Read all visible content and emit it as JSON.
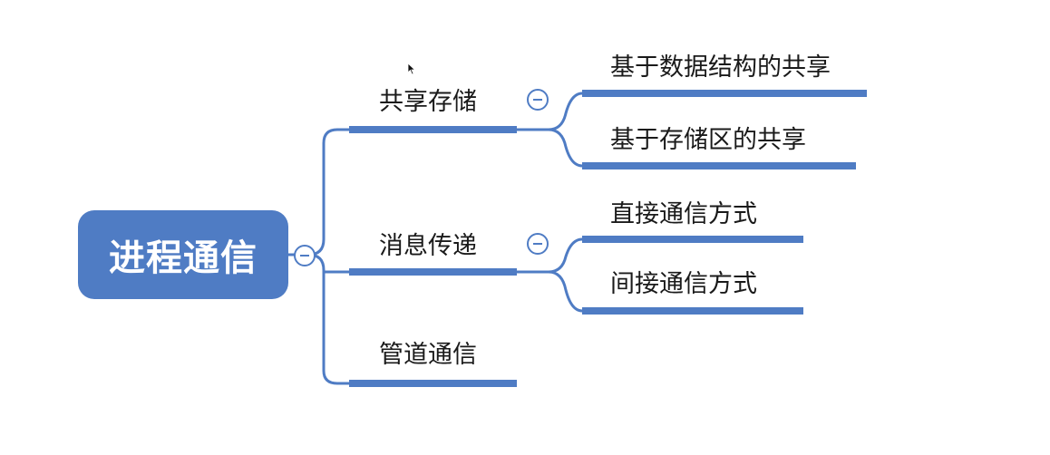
{
  "colors": {
    "branch": "#4f7cc4",
    "root_fill": "#4f7cc4",
    "label_text": "#1a1a1a",
    "background": "#ffffff"
  },
  "root": {
    "label": "进程通信"
  },
  "branches": [
    {
      "label": "共享存储",
      "collapsible": true,
      "children": [
        {
          "label": "基于数据结构的共享"
        },
        {
          "label": "基于存储区的共享"
        }
      ]
    },
    {
      "label": "消息传递",
      "collapsible": true,
      "children": [
        {
          "label": "直接通信方式"
        },
        {
          "label": "间接通信方式"
        }
      ]
    },
    {
      "label": "管道通信",
      "collapsible": false,
      "children": []
    }
  ]
}
